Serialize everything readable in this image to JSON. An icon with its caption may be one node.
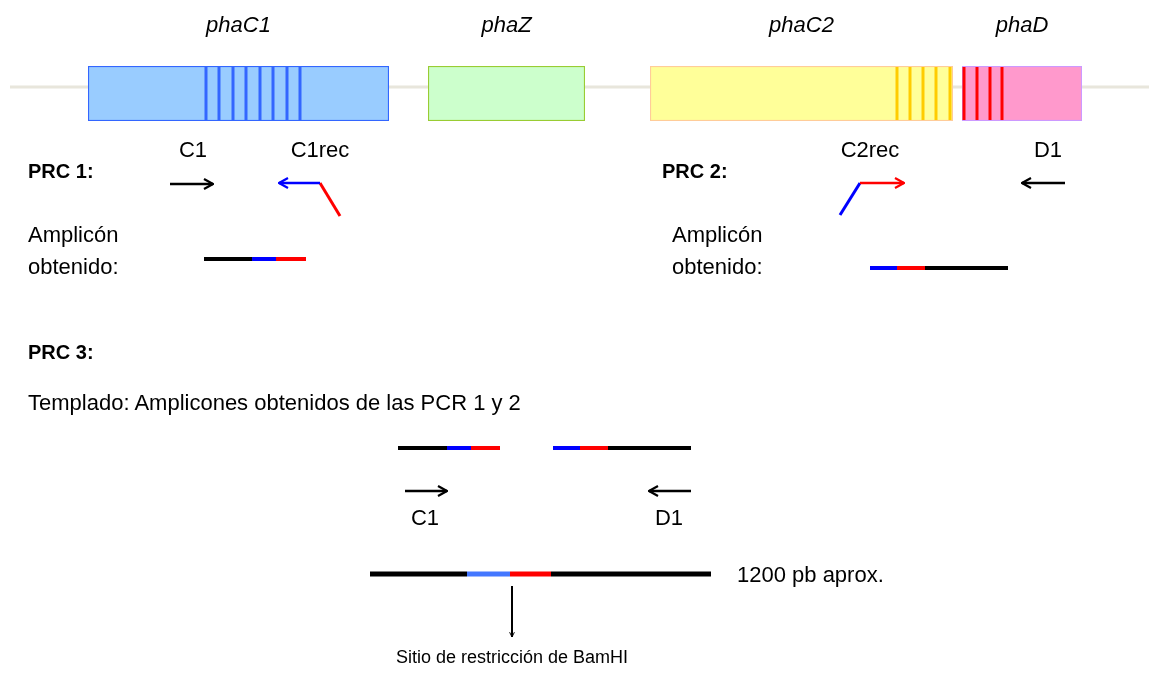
{
  "diagram": {
    "nodes": [
      {
        "text": [
          "phaC1"
        ]
      },
      {
        "text": [
          "phaZ"
        ]
      },
      {
        "text": [
          "phaC2"
        ]
      },
      {
        "text": [
          "phaD"
        ]
      },
      {
        "text": [],
        "shape": "bar"
      },
      {
        "text": [
          "Sitio de restricción de BamHI"
        ]
      }
    ],
    "edges": [
      {
        "from": 4,
        "to": 5,
        "arrow": "to"
      }
    ],
    "labels": [
      "C1",
      "C1rec",
      "C2rec",
      "D1",
      "PRC 1:",
      "PRC 2:",
      "Amplicón obtenido:",
      "Amplicón obtenido:",
      "PRC 3:",
      "Templado: Amplicones obtenidos de las PCR 1 y 2",
      "C1",
      "D1",
      "1200 pb aprox."
    ]
  }
}
